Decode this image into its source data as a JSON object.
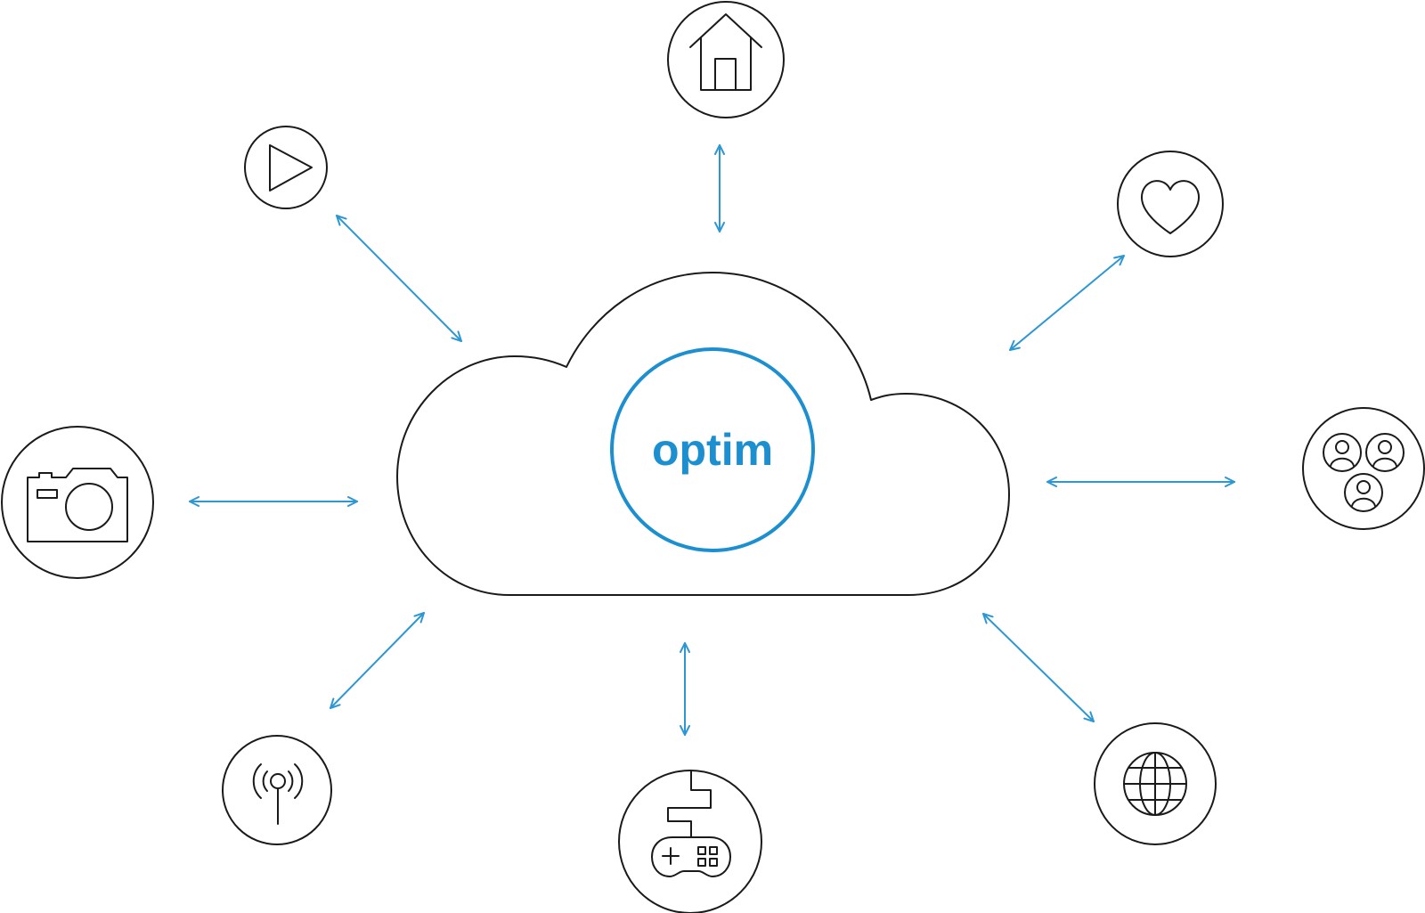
{
  "brand": {
    "name": "optim",
    "color": "#1c8fd0"
  },
  "colors": {
    "arrow": "#2d97d3",
    "outline": "#1a1a1a"
  },
  "nodes": [
    {
      "name": "home-node",
      "icon": "home-icon"
    },
    {
      "name": "play-node",
      "icon": "play-icon"
    },
    {
      "name": "heart-node",
      "icon": "heart-icon"
    },
    {
      "name": "camera-node",
      "icon": "camera-icon"
    },
    {
      "name": "users-node",
      "icon": "users-icon"
    },
    {
      "name": "broadcast-node",
      "icon": "broadcast-tower-icon"
    },
    {
      "name": "gamepad-node",
      "icon": "gamepad-icon"
    },
    {
      "name": "globe-node",
      "icon": "globe-icon"
    }
  ]
}
